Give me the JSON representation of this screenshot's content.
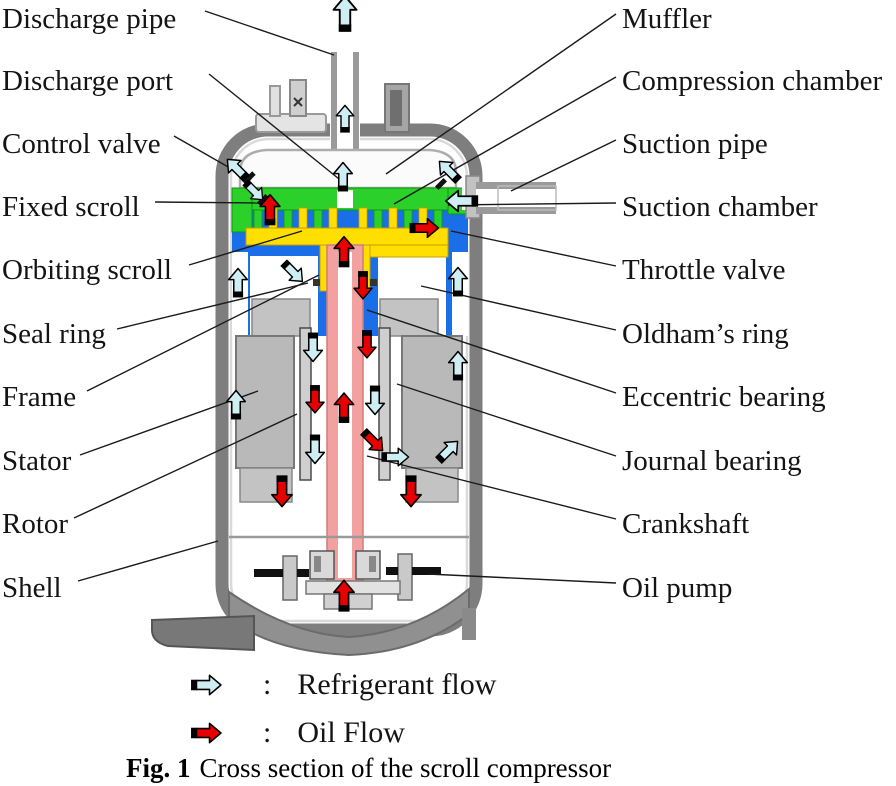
{
  "figure": {
    "caption_label": "Fig. 1",
    "caption_text": "Cross section of the scroll compressor"
  },
  "legend": {
    "items": [
      {
        "icon": "refrigerant-flow-arrow-icon",
        "separator": ":",
        "label": "Refrigerant flow",
        "color": "#cfeef3"
      },
      {
        "icon": "oil-flow-arrow-icon",
        "separator": ":",
        "label": "Oil Flow",
        "color": "#e60000"
      }
    ]
  },
  "diagram": {
    "left_labels": [
      {
        "text": "Discharge pipe"
      },
      {
        "text": "Discharge port"
      },
      {
        "text": "Control valve"
      },
      {
        "text": "Fixed scroll"
      },
      {
        "text": "Orbiting scroll"
      },
      {
        "text": "Seal ring"
      },
      {
        "text": "Frame"
      },
      {
        "text": "Stator"
      },
      {
        "text": "Rotor"
      },
      {
        "text": "Shell"
      }
    ],
    "right_labels": [
      {
        "text": "Muffler"
      },
      {
        "text": "Compression chamber"
      },
      {
        "text": "Suction pipe"
      },
      {
        "text": "Suction chamber"
      },
      {
        "text": "Throttle valve"
      },
      {
        "text": "Oldham’s ring"
      },
      {
        "text": "Eccentric bearing"
      },
      {
        "text": "Journal bearing"
      },
      {
        "text": "Crankshaft"
      },
      {
        "text": "Oil pump"
      }
    ],
    "colors": {
      "refrigerant_arrow": "#cfeef3",
      "oil_arrow": "#e60000",
      "fixed_scroll_green": "#2bd02b",
      "orbiting_scroll_yellow": "#ffdf00",
      "frame_blue": "#1a6ee8",
      "crankshaft_pink": "#f2a0a0",
      "shell_gray": "#7e7e7e"
    }
  }
}
